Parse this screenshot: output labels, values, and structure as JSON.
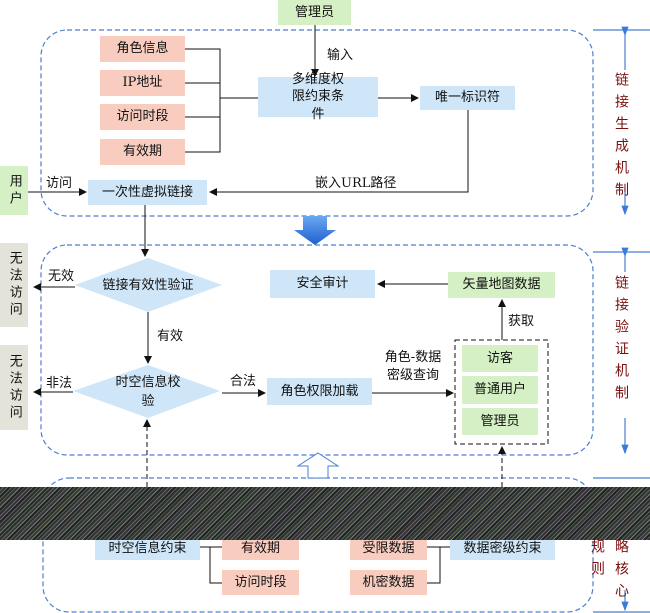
{
  "colors": {
    "constraint": "#f8cdc0",
    "process": "#cfe6f8",
    "role": "#d4f0c4",
    "denied": "#e3e3da",
    "frame": "#4a7fd0",
    "side_label": "#7a1010"
  },
  "top": {
    "admin": "管理员",
    "input_label": "输入",
    "attributes": [
      "角色信息",
      "IP地址",
      "访问时段",
      "有效期"
    ],
    "constraints": "多维度权限约束条件",
    "identifier": "唯一标识符",
    "embed_label": "嵌入URL路径",
    "user": "用户",
    "visit_label": "访问",
    "link": "一次性虚拟链接",
    "side": "链接生成机制"
  },
  "middle": {
    "validity_check": "链接有效性验证",
    "invalid_label": "无效",
    "denied1": "无法访问",
    "valid_label": "有效",
    "spacetime_check": "时空信息校验",
    "illegal_label": "非法",
    "denied2": "无法访问",
    "legal_label": "合法",
    "role_load": "角色权限加载",
    "query_label": "角色-数据密级查询",
    "roles": [
      "访客",
      "普通用户",
      "管理员"
    ],
    "fetch_label": "获取",
    "map_data": "矢量地图数据",
    "audit": "安全审计",
    "side": "链接验证机制"
  },
  "bottom": {
    "spacetime_constraint": "时空信息约束",
    "time_items": [
      "有效期",
      "访问时段"
    ],
    "data_items": [
      "受限数据",
      "机密数据"
    ],
    "level_constraint": "数据密级约束",
    "side": "策略核心规则"
  }
}
